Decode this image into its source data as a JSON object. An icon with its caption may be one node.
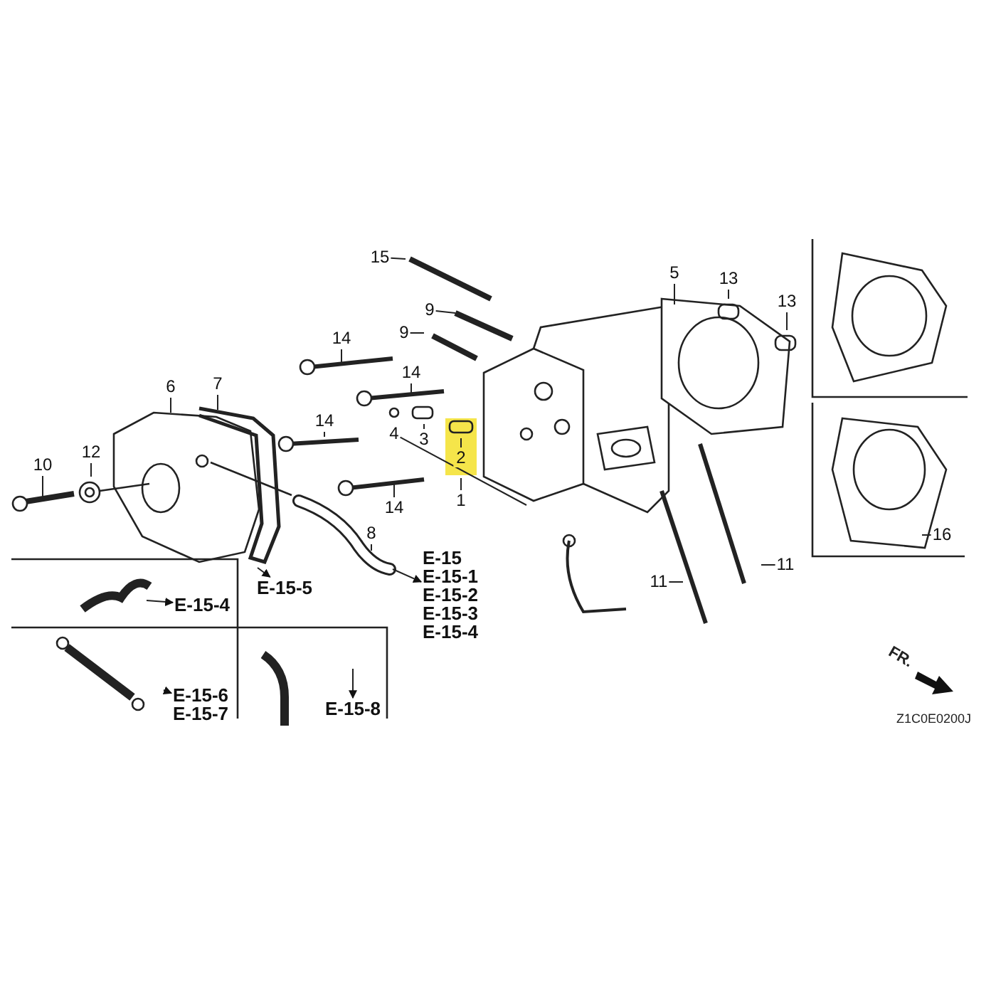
{
  "diagram": {
    "nodes": [
      {
        "text": [
          "15"
        ]
      },
      {
        "text": [
          "5"
        ]
      },
      {
        "text": [
          "13"
        ]
      },
      {
        "text": [
          "13"
        ]
      },
      {
        "text": [
          "9"
        ]
      },
      {
        "text": [
          "9"
        ]
      },
      {
        "text": [
          "14"
        ]
      },
      {
        "text": [
          "6"
        ]
      },
      {
        "text": [
          "7"
        ]
      },
      {
        "text": [
          "14"
        ]
      },
      {
        "text": [
          "14"
        ]
      },
      {
        "text": [
          "4"
        ]
      },
      {
        "text": [
          "3"
        ]
      },
      {
        "text": [
          "2"
        ]
      },
      {
        "text": [
          "1"
        ]
      },
      {
        "text": [
          "10"
        ]
      },
      {
        "text": [
          "12"
        ]
      },
      {
        "text": [
          "14"
        ]
      },
      {
        "text": [
          "8"
        ]
      },
      {
        "text": [
          "11"
        ]
      },
      {
        "text": [
          "11"
        ]
      },
      {
        "text": [
          "16"
        ]
      },
      {
        "text": [
          "E-15-5"
        ]
      },
      {
        "text": [
          "E-15",
          "E-15-1",
          "E-15-2",
          "E-15-3",
          "E-15-4"
        ]
      },
      {
        "text": [
          "E-15-4"
        ]
      },
      {
        "text": [
          "E-15-6",
          "E-15-7"
        ]
      },
      {
        "text": [
          "E-15-8"
        ]
      }
    ],
    "edges": [
      {
        "from": 0,
        "to": null,
        "arrow": "none"
      },
      {
        "from": 1,
        "to": null,
        "arrow": "none"
      },
      {
        "from": 2,
        "to": null,
        "arrow": "none"
      },
      {
        "from": 3,
        "to": null,
        "arrow": "none"
      },
      {
        "from": 4,
        "to": null,
        "arrow": "none"
      },
      {
        "from": 5,
        "to": null,
        "arrow": "none"
      },
      {
        "from": 6,
        "to": null,
        "arrow": "none"
      },
      {
        "from": 7,
        "to": null,
        "arrow": "none"
      },
      {
        "from": 8,
        "to": null,
        "arrow": "none"
      },
      {
        "from": 9,
        "to": null,
        "arrow": "none"
      },
      {
        "from": 10,
        "to": null,
        "arrow": "none"
      },
      {
        "from": 11,
        "to": null,
        "arrow": "none"
      },
      {
        "from": 12,
        "to": null,
        "arrow": "none"
      },
      {
        "from": 13,
        "to": null,
        "arrow": "none"
      },
      {
        "from": 14,
        "to": null,
        "arrow": "none"
      },
      {
        "from": 15,
        "to": null,
        "arrow": "none"
      },
      {
        "from": 16,
        "to": null,
        "arrow": "none"
      },
      {
        "from": 17,
        "to": null,
        "arrow": "none"
      },
      {
        "from": 18,
        "to": null,
        "arrow": "none"
      },
      {
        "from": 19,
        "to": null,
        "arrow": "none"
      },
      {
        "from": 20,
        "to": null,
        "arrow": "none"
      },
      {
        "from": 21,
        "to": null,
        "arrow": "none"
      },
      {
        "from": null,
        "to": 22,
        "arrow": "to"
      },
      {
        "from": null,
        "to": 23,
        "arrow": "to"
      },
      {
        "from": null,
        "to": 24,
        "arrow": "to"
      },
      {
        "from": null,
        "to": 25,
        "arrow": "to"
      },
      {
        "from": null,
        "to": 26,
        "arrow": "to"
      }
    ],
    "labels": [
      "FR.",
      "Z1C0E0200J"
    ]
  }
}
